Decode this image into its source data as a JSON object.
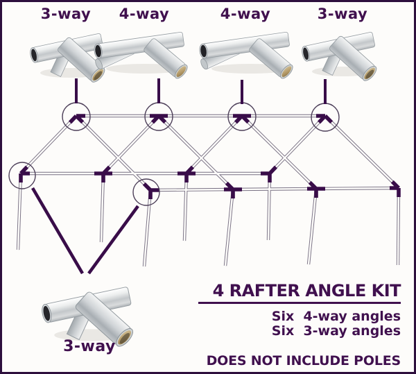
{
  "top_fittings": [
    {
      "label": "3-way",
      "type": "3-way"
    },
    {
      "label": "4-way",
      "type": "4-way"
    },
    {
      "label": "4-way",
      "type": "4-way"
    },
    {
      "label": "3-way",
      "type": "3-way"
    }
  ],
  "bottom_fitting": {
    "label": "3-way",
    "type": "3-way"
  },
  "info": {
    "title": "4 RAFTER ANGLE KIT",
    "line1": "Six  4-way angles",
    "line2": "Six  3-way angles",
    "note": "DOES NOT INCLUDE POLES"
  },
  "diagram": {
    "type": "wireframe-canopy-frame",
    "ridge_joints": 4,
    "eave_joints": 8,
    "circled_joints": 6
  },
  "colors": {
    "accent_purple": "#40104e",
    "joint_purple": "#390d49",
    "border_purple": "#2d0f3d",
    "tube_outline": "#776f82",
    "steel_light": "#eceeee",
    "steel_mid": "#c3c7ca",
    "brass_inner": "#b49a68",
    "background": "#fdfcfa"
  }
}
